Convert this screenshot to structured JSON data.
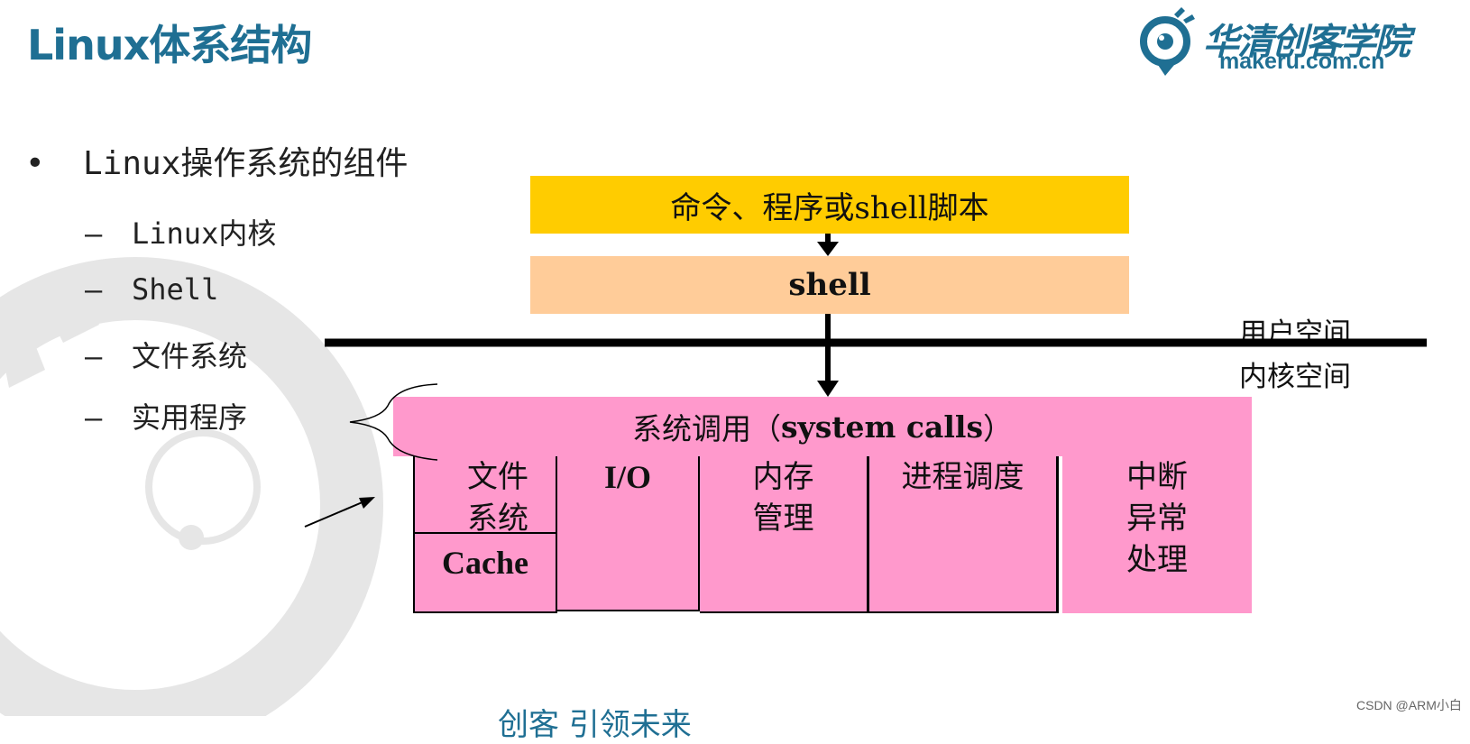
{
  "slide": {
    "title": "Linux体系结构",
    "logo": {
      "name_cn": "华清创客学院",
      "url": "makeru.com.cn"
    }
  },
  "bullets": {
    "main": "Linux操作系统的组件",
    "sub": [
      "Linux内核",
      "Shell",
      "文件系统",
      "实用程序"
    ],
    "bullet_glyph": "•",
    "dash_glyph": "–"
  },
  "diagram": {
    "command_layer": "命令、程序或shell脚本",
    "shell_layer": "shell",
    "user_space": "用户空间",
    "kernel_space": "内核空间",
    "syscall_prefix": "系统调用（",
    "syscall_bold": "system calls",
    "syscall_suffix": "）",
    "modules": {
      "filesystem": [
        "文件",
        "系统"
      ],
      "cache": "Cache",
      "io": "I/O",
      "memory": [
        "内存",
        "管理"
      ],
      "scheduler": "进程调度",
      "interrupt": [
        "中断",
        "异常",
        "处理"
      ]
    }
  },
  "footer": {
    "slogan": "创客 引领未来",
    "credit": "CSDN @ARM小白"
  },
  "colors": {
    "title": "#1f6f93",
    "command_box": "#ffcc00",
    "shell_box": "#ffcc99",
    "kernel_box": "#ff99cc",
    "watermark": "#e6e6e6"
  }
}
